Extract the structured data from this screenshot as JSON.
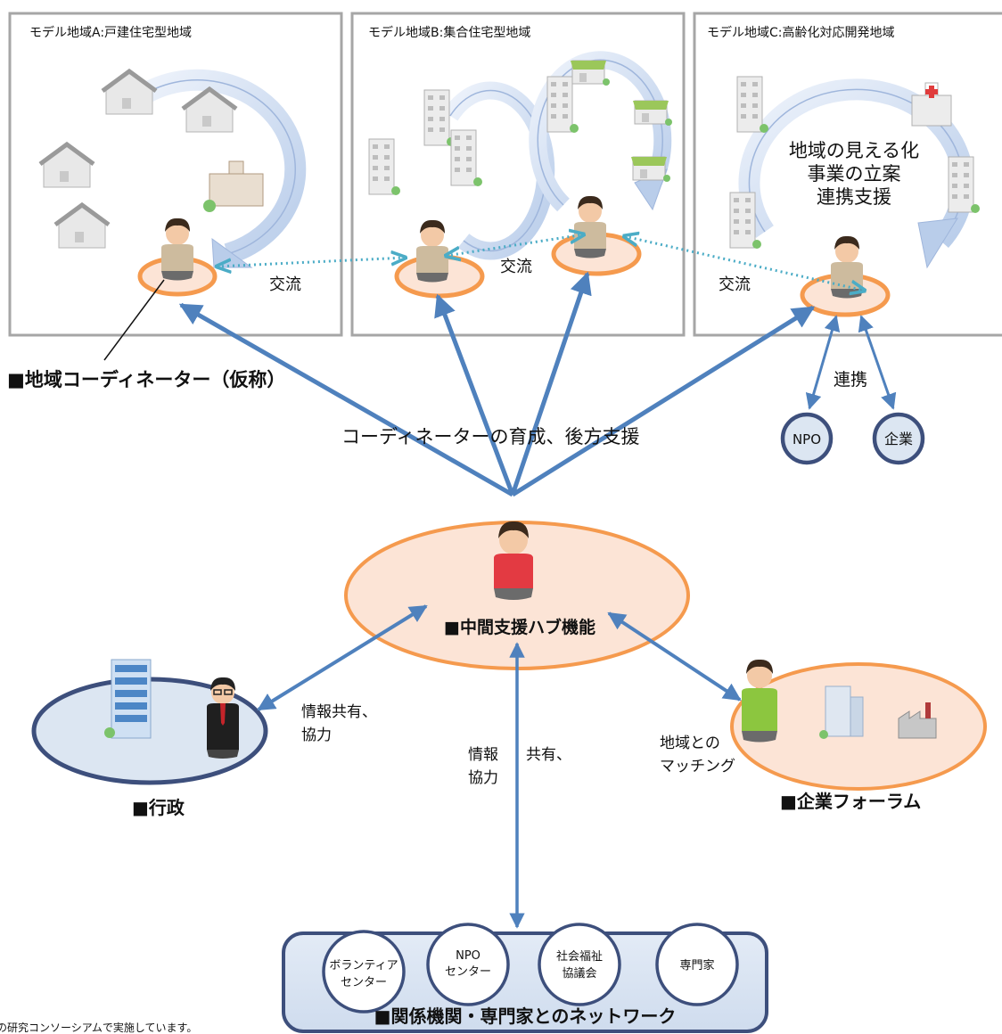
{
  "regions": [
    {
      "title": "モデル地域A:戸建住宅型地域"
    },
    {
      "title": "モデル地域B:集合住宅型地域"
    },
    {
      "title": "モデル地域C:高齢化対応開発地域"
    }
  ],
  "region_c_roles": [
    "地域の見える化",
    "事業の立案",
    "連携支援"
  ],
  "exchange_label": "交流",
  "coordinator_label": "■地域コーディネーター（仮称）",
  "training_label": "コーディネーターの育成、後方支援",
  "cooperation_label": "連携",
  "partners": [
    "NPO",
    "企業"
  ],
  "hub_label": "■中間支援ハブ機能",
  "government": {
    "label": "■行政",
    "link_lines": [
      "情報共有、",
      "協力"
    ]
  },
  "forum": {
    "label": "■企業フォーラム",
    "link_lines": [
      "地域との",
      "マッチング"
    ]
  },
  "network_link": {
    "line1_a": "情報",
    "line1_b": "共有、",
    "line2": "協力"
  },
  "network": {
    "label": "■関係機関・専門家とのネットワーク",
    "members": [
      {
        "lines": [
          "ボランティア",
          "センター"
        ]
      },
      {
        "lines": [
          "NPO",
          "センター"
        ]
      },
      {
        "lines": [
          "社会福祉",
          "協議会"
        ]
      },
      {
        "lines": [
          "専門家"
        ]
      }
    ]
  },
  "footnote": "の研究コンソーシアムで実施しています。",
  "colors": {
    "hub_fill": "#fce4d6",
    "hub_stroke": "#f59a4e",
    "arrow": "#4f81bd",
    "navy": "#3d4f7c",
    "circle_fill": "#dce6f2",
    "dotted": "#4bacc6"
  }
}
